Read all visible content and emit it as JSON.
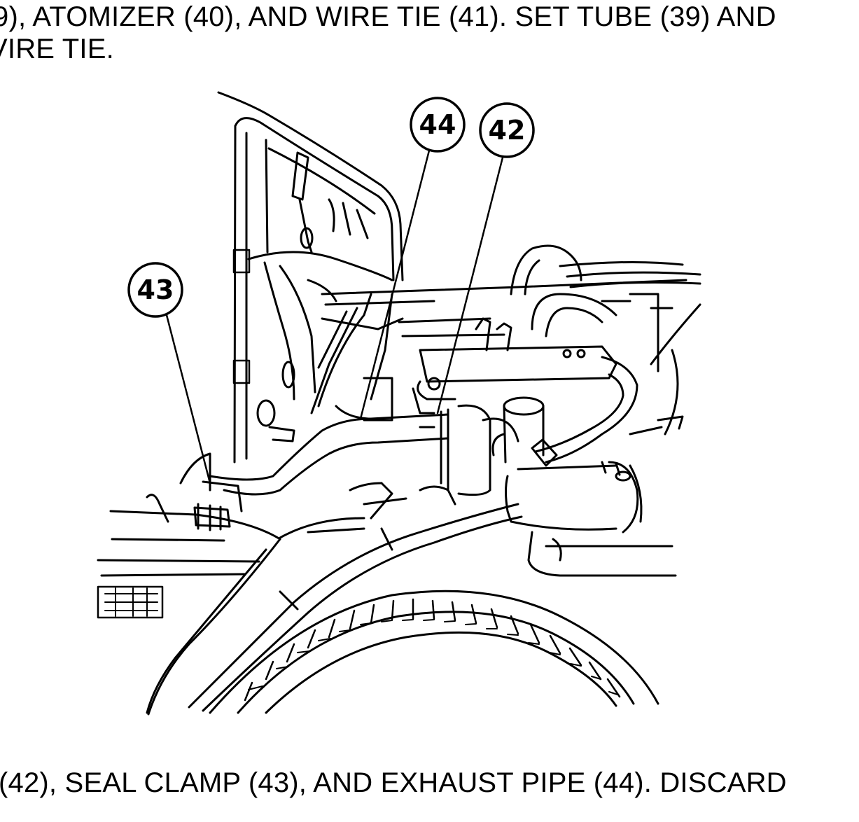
{
  "instructions": {
    "line_top_1": "9), ATOMIZER (40), AND WIRE TIE (41). SET TUBE (39) AND",
    "line_top_2": "VIRE TIE.",
    "line_bottom": "(42), SEAL CLAMP (43), AND EXHAUST PIPE (44). DISCARD"
  },
  "callouts": {
    "exhaust_pipe": "44",
    "clamp": "42",
    "seal_clamp": "43"
  },
  "colors": {
    "ink": "#000000",
    "paper": "#ffffff"
  }
}
